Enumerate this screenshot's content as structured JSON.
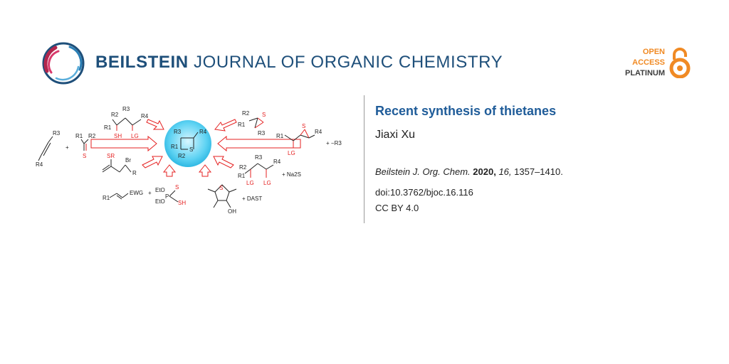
{
  "header": {
    "brand": "BEILSTEIN",
    "journal_rest": "JOURNAL OF ORGANIC CHEMISTRY",
    "badge": {
      "line1": "OPEN",
      "line2": "ACCESS",
      "line3": "PLATINUM"
    }
  },
  "article": {
    "title": "Recent synthesis of thietanes",
    "authors": "Jiaxi Xu",
    "citation": {
      "journal": "Beilstein J. Org. Chem.",
      "year": "2020,",
      "volume": "16,",
      "pages": "1357–1410."
    },
    "doi": "doi:10.3762/bjoc.16.116",
    "license": "CC BY 4.0"
  },
  "scheme": {
    "center": {
      "r1": "R1",
      "r2": "R2",
      "r3": "R3",
      "r4": "R4",
      "s": "S"
    },
    "labels": {
      "sh": "SH",
      "lg": "LG",
      "s": "S",
      "sr": "SR",
      "br": "Br",
      "r": "R",
      "plus": "+",
      "ewg": "EWG",
      "eto": "EtO",
      "p": "P",
      "dast": "+ DAST",
      "oh": "OH",
      "na2s": "+  Na2S",
      "minus_r3": "+  −R3",
      "r1": "R1",
      "r2": "R2",
      "r3": "R3",
      "r4": "R4"
    }
  },
  "colors": {
    "accent_blue": "#1f5c99",
    "oa_orange": "#f08a24",
    "reagent_red": "#e52222",
    "center_cyan": "#5fd3f3"
  }
}
